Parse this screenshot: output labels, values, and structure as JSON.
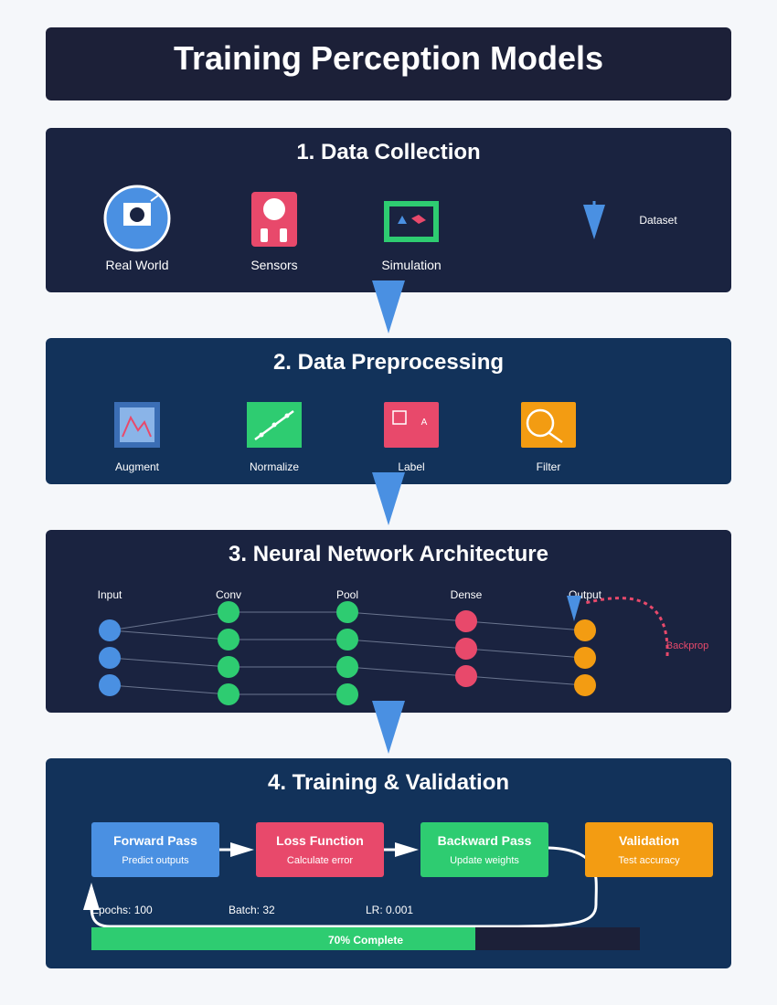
{
  "title": "Training Perception Models",
  "sections": {
    "collection": {
      "title": "1. Data Collection",
      "items": [
        "Real World",
        "Sensors",
        "Simulation"
      ],
      "output_label": "Dataset"
    },
    "preprocessing": {
      "title": "2. Data Preprocessing",
      "items": [
        "Augment",
        "Normalize",
        "Label",
        "Filter"
      ],
      "label_glyph": "A"
    },
    "network": {
      "title": "3. Neural Network Architecture",
      "layers": [
        "Input",
        "Conv",
        "Pool",
        "Dense",
        "Output"
      ],
      "feedback_label": "Backprop"
    },
    "training": {
      "title": "4. Training & Validation",
      "steps": [
        {
          "title": "Forward Pass",
          "subtitle": "Predict outputs"
        },
        {
          "title": "Loss Function",
          "subtitle": "Calculate error"
        },
        {
          "title": "Backward Pass",
          "subtitle": "Update weights"
        },
        {
          "title": "Validation",
          "subtitle": "Test accuracy"
        }
      ],
      "params": [
        "Epochs: 100",
        "Batch: 32",
        "LR: 0.001"
      ],
      "progress": {
        "fraction": 0.7,
        "label": "70% Complete"
      }
    }
  },
  "colors": {
    "dark_navy": "#1a2340",
    "navy": "#12325a",
    "blue": "#4a90e2",
    "red": "#e8496b",
    "green": "#2ecc71",
    "orange": "#f39c12"
  }
}
